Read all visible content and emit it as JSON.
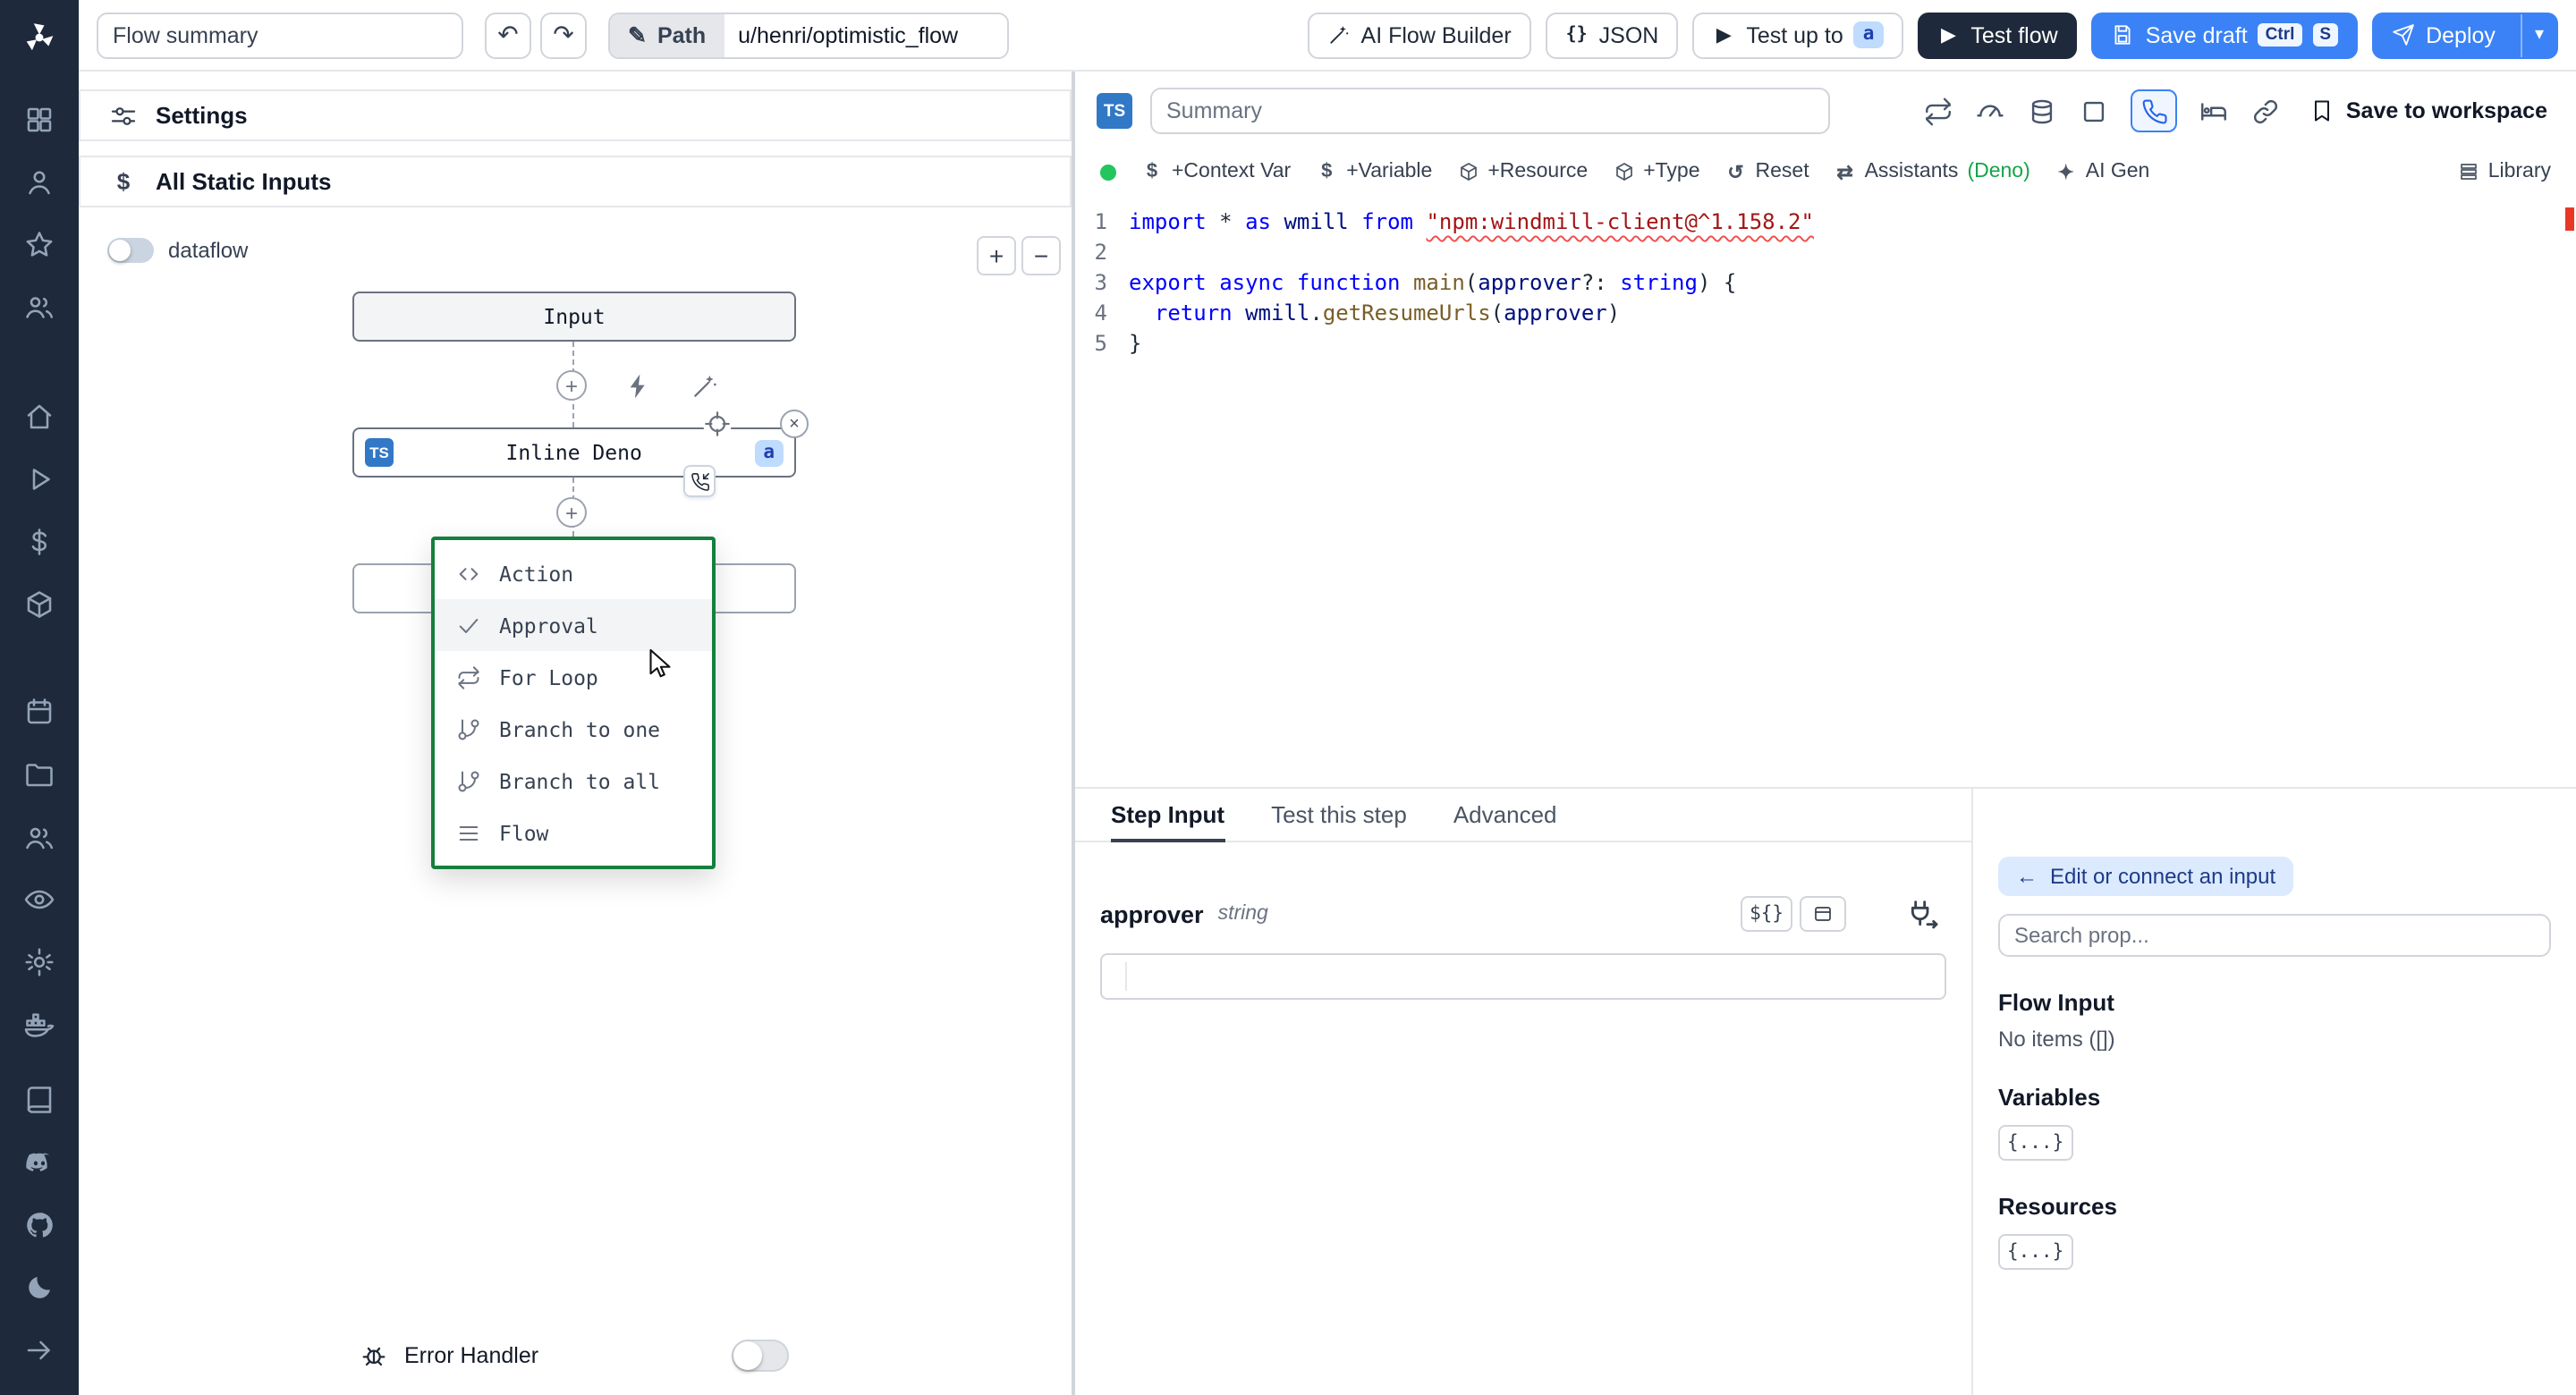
{
  "colors": {
    "primary": "#3b82f6",
    "sidebar_bg": "#1e293b",
    "dark_button": "#1e293b",
    "menu_border": "#15803d",
    "lsp_ready_dot": "#22c55e",
    "error_marker": "#e51400",
    "ts_badge": "#3178c6",
    "deno_green": "#16a34a"
  },
  "icons": {
    "undo": "↶",
    "redo": "↷",
    "pencil": "✎",
    "play": "▶",
    "chevron_down": "▾",
    "plus": "+",
    "minus": "−",
    "close": "×",
    "dollar": "$",
    "arrow_left": "←",
    "braces": "{}",
    "sparkle": "✦",
    "reset": "↺",
    "swap": "⇄"
  },
  "topbar": {
    "flow_summary_placeholder": "Flow summary",
    "path_label": "Path",
    "path_value": "u/henri/optimistic_flow",
    "ai_flow_builder_label": "AI Flow Builder",
    "json_label": "JSON",
    "test_up_to_label": "Test up to",
    "test_up_to_step": "a",
    "test_flow_label": "Test flow",
    "save_draft_label": "Save draft",
    "kbd_ctrl": "Ctrl",
    "kbd_s": "S",
    "deploy_label": "Deploy"
  },
  "sidebar": {
    "icon_names": [
      "windmill-logo",
      "apps",
      "user",
      "star",
      "users",
      "home",
      "runs-play",
      "variables-dollar",
      "resources-cube",
      "schedules-calendar",
      "folders",
      "groups",
      "audit-eye",
      "settings-gear",
      "workers-docker",
      "docs-book",
      "discord",
      "github",
      "dark-mode-moon",
      "collapse-arrow"
    ]
  },
  "flow_panel": {
    "settings_label": "Settings",
    "static_inputs_label": "All Static Inputs",
    "dataflow_label": "dataflow",
    "input_node_label": "Input",
    "inline_node": {
      "lang_badge": "TS",
      "label": "Inline Deno",
      "step_badge": "a"
    },
    "menu": {
      "hovered_item": "Approval",
      "items": [
        {
          "label": "Action",
          "icon": "code-icon"
        },
        {
          "label": "Approval",
          "icon": "check-icon"
        },
        {
          "label": "For Loop",
          "icon": "repeat-icon"
        },
        {
          "label": "Branch to one",
          "icon": "branch-icon"
        },
        {
          "label": "Branch to all",
          "icon": "branch-icon"
        },
        {
          "label": "Flow",
          "icon": "flow-icon"
        }
      ]
    },
    "error_handler_label": "Error Handler"
  },
  "editor": {
    "lang_badge": "TS",
    "summary_placeholder": "Summary",
    "save_to_workspace_label": "Save to workspace",
    "toolbar": {
      "context_var": "+Context Var",
      "variable": "+Variable",
      "resource": "+Resource",
      "type": "+Type",
      "reset": "Reset",
      "assistants": "Assistants",
      "assistants_lang": "(Deno)",
      "ai_gen": "AI Gen",
      "library": "Library"
    },
    "code": {
      "lines": [
        [
          {
            "c": "kw",
            "v": "import"
          },
          {
            "c": "pl",
            "v": " * "
          },
          {
            "c": "kw",
            "v": "as"
          },
          {
            "c": "pl",
            "v": " "
          },
          {
            "c": "id",
            "v": "wmill"
          },
          {
            "c": "pl",
            "v": " "
          },
          {
            "c": "kw",
            "v": "from"
          },
          {
            "c": "pl",
            "v": " "
          },
          {
            "c": "str",
            "u": true,
            "v": "\"npm:windmill-client@^1.158.2\""
          }
        ],
        [],
        [
          {
            "c": "kw",
            "v": "export"
          },
          {
            "c": "pl",
            "v": " "
          },
          {
            "c": "kw",
            "v": "async"
          },
          {
            "c": "pl",
            "v": " "
          },
          {
            "c": "kw",
            "v": "function"
          },
          {
            "c": "pl",
            "v": " "
          },
          {
            "c": "fn",
            "v": "main"
          },
          {
            "c": "pl",
            "v": "("
          },
          {
            "c": "id",
            "v": "approver"
          },
          {
            "c": "pl",
            "v": "?: "
          },
          {
            "c": "kw",
            "v": "string"
          },
          {
            "c": "pl",
            "v": ") {"
          }
        ],
        [
          {
            "c": "pl",
            "v": "  "
          },
          {
            "c": "kw",
            "v": "return"
          },
          {
            "c": "pl",
            "v": " "
          },
          {
            "c": "id",
            "v": "wmill"
          },
          {
            "c": "pl",
            "v": "."
          },
          {
            "c": "fn",
            "v": "getResumeUrls"
          },
          {
            "c": "pl",
            "v": "("
          },
          {
            "c": "id",
            "v": "approver"
          },
          {
            "c": "pl",
            "v": ")"
          }
        ],
        [
          {
            "c": "pl",
            "v": "}"
          }
        ]
      ]
    }
  },
  "step_panel": {
    "tabs": [
      {
        "label": "Step Input"
      },
      {
        "label": "Test this step"
      },
      {
        "label": "Advanced"
      }
    ],
    "active_tab": "Step Input",
    "field_name": "approver",
    "field_type": "string",
    "expr_button": "${}",
    "edit_connect_label": "Edit or connect an input",
    "search_placeholder": "Search prop...",
    "flow_input_heading": "Flow Input",
    "flow_input_empty": "No items ([])",
    "variables_heading": "Variables",
    "resources_heading": "Resources",
    "object_chip": "{...}"
  }
}
